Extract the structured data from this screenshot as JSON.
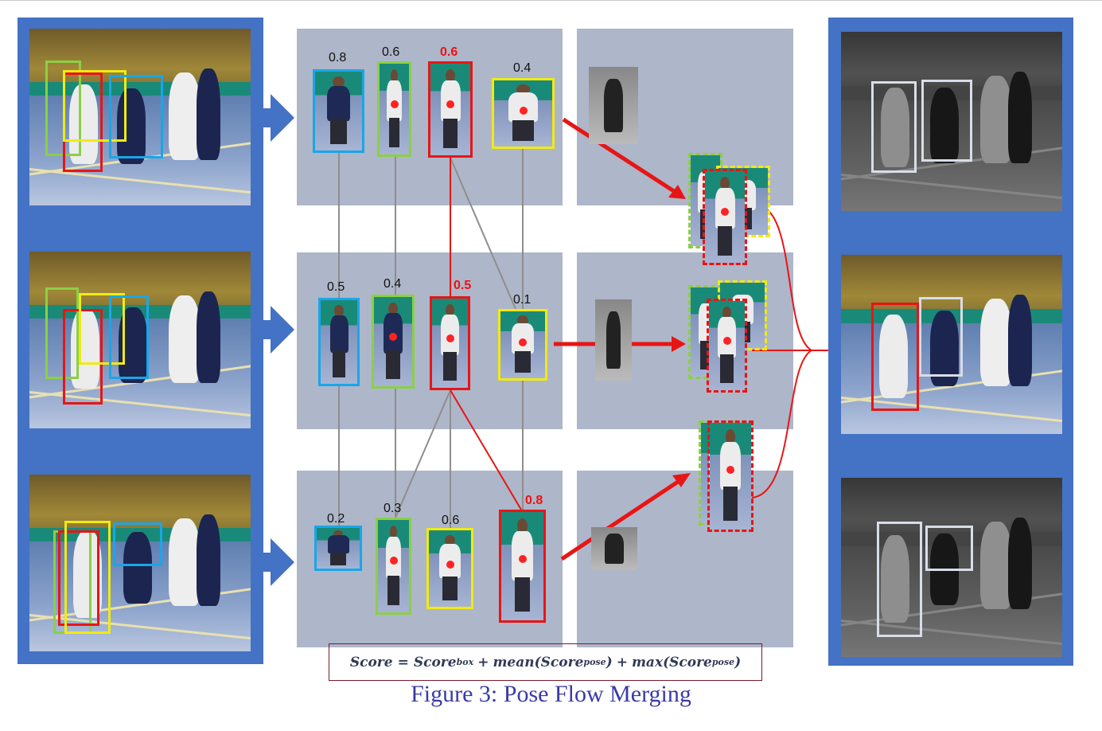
{
  "rows": [
    {
      "scores": [
        "0.8",
        "0.6",
        "0.6",
        "0.4"
      ],
      "highlight_index": 2
    },
    {
      "scores": [
        "0.5",
        "0.4",
        "0.5",
        "0.1"
      ],
      "highlight_index": 2
    },
    {
      "scores": [
        "0.2",
        "0.3",
        "0.6",
        "0.8"
      ],
      "highlight_index": 3
    }
  ],
  "box_colors": {
    "blue": "#1aa6e8",
    "green": "#8ccf45",
    "red": "#e81515",
    "yellow": "#f2ea10",
    "white": "#d8dde8"
  },
  "panel_color": "#4472c4",
  "column_panel_color": "#aeb6c9",
  "formula": {
    "text": "Score = Score_box + mean(Score_pose) + max(Score_pose)",
    "parts": {
      "lhs": "Score",
      "eq": "=",
      "term1": "Score",
      "term1_sub": "box",
      "plus1": "+",
      "term2": "mean(Score",
      "term2_sub": "pose",
      "term2_end": ")",
      "plus2": "+",
      "term3": "max(Score",
      "term3_sub": "pose",
      "term3_end": ")"
    }
  },
  "caption": "Figure 3: Pose Flow Merging"
}
